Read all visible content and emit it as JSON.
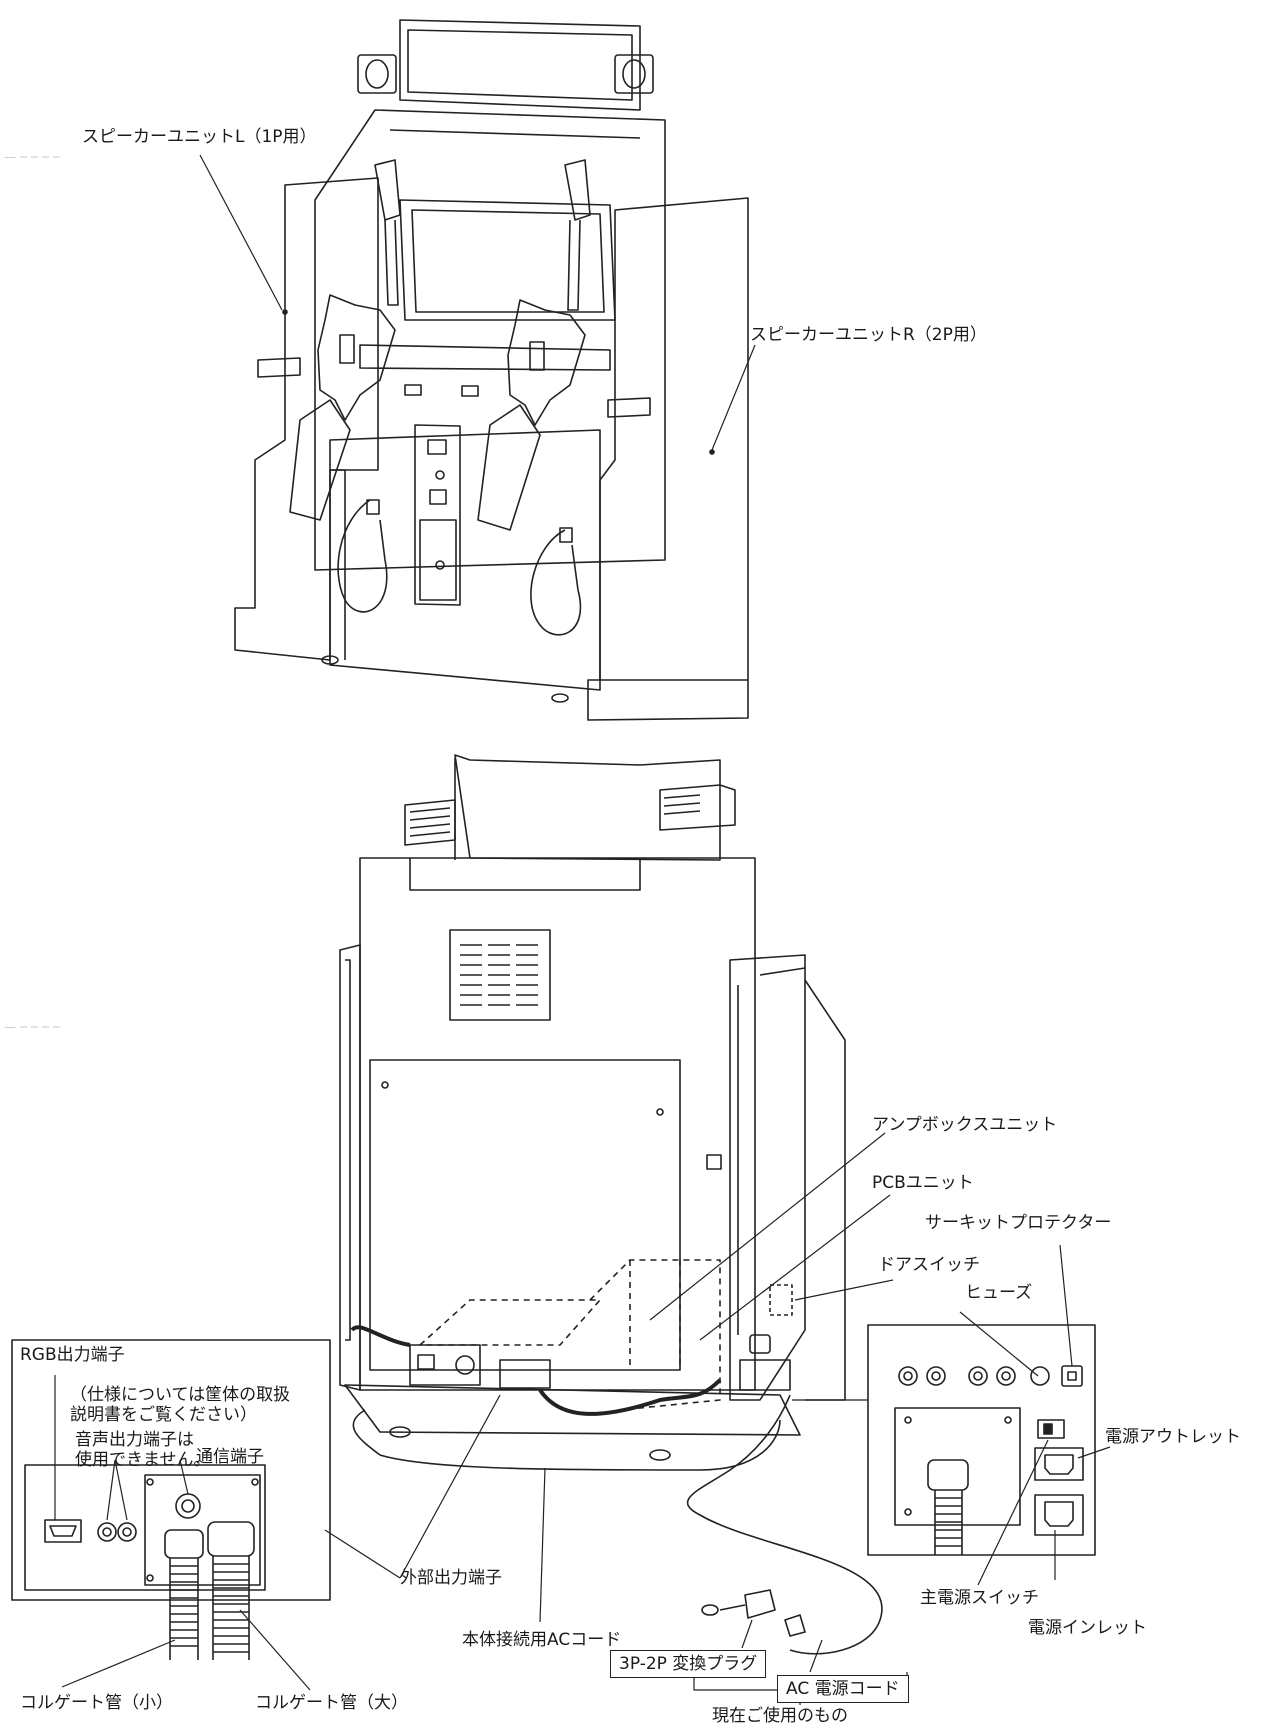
{
  "front_view": {
    "speaker_l_label": "スピーカーユニットL（1P用）",
    "speaker_r_label": "スピーカーユニットR（2P用）"
  },
  "rear_view": {
    "amp_box_label": "アンプボックスユニット",
    "pcb_label": "PCBユニット",
    "circuit_protector_label": "サーキットプロテクター",
    "door_switch_label": "ドアスイッチ",
    "fuse_label": "ヒューズ",
    "power_outlet_label": "電源アウトレット",
    "main_switch_label": "主電源スイッチ",
    "power_inlet_label": "電源インレット",
    "external_output_label": "外部出力端子",
    "ac_cord_label": "本体接続用ACコード",
    "plug_adapter_label": "3P-2P 変換プラグ",
    "ac_power_cord_label": "AC 電源コード",
    "currently_used_label": "現在ご使用のもの"
  },
  "inset_panel": {
    "rgb_label": "RGB出力端子",
    "spec_note": "（仕様については筐体の取扱\n説明書をご覧ください）",
    "audio_note": "音声出力端子は\n使用できません。",
    "comm_label": "通信端子",
    "corrugated_small_label": "コルゲート管（小）",
    "corrugated_large_label": "コルゲート管（大）"
  }
}
